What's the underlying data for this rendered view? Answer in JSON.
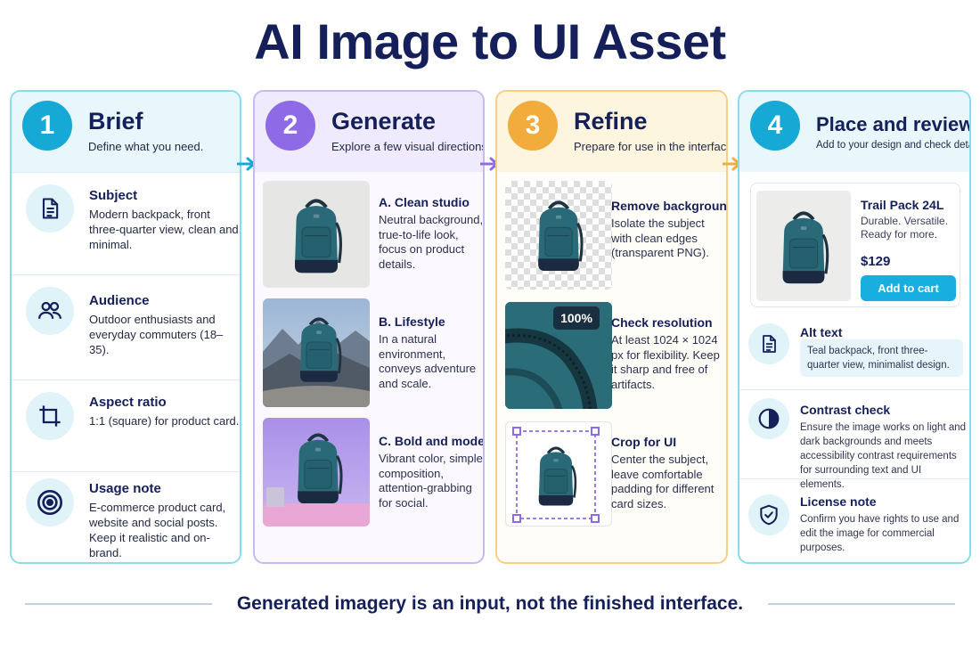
{
  "title": "AI Image to UI Asset",
  "tagline": "Generated imagery is an input, not the finished interface.",
  "colors": {
    "cyan": "#16a9d6",
    "purple": "#8f6ae6",
    "amber": "#f1ac3c",
    "navy": "#15205a",
    "teal_pack": "#2a6a78"
  },
  "steps": [
    {
      "number": "1",
      "title": "Brief",
      "subtitle": "Define what you need.",
      "items": [
        {
          "icon": "document-icon",
          "title": "Subject",
          "body": "Modern backpack, front three-quarter view, clean and minimal."
        },
        {
          "icon": "people-icon",
          "title": "Audience",
          "body": "Outdoor enthusiasts and everyday commuters (18–35)."
        },
        {
          "icon": "crop-icon",
          "title": "Aspect ratio",
          "body": "1:1 (square) for product card."
        },
        {
          "icon": "target-icon",
          "title": "Usage note",
          "body": "E-commerce product card, website and social posts. Keep it realistic and on-brand."
        }
      ]
    },
    {
      "number": "2",
      "title": "Generate",
      "subtitle": "Explore a few visual directions.",
      "items": [
        {
          "title": "A. Clean studio",
          "body": "Neutral background, true-to-life look, focus on product details."
        },
        {
          "title": "B. Lifestyle",
          "body": "In a natural environment, conveys adventure and scale."
        },
        {
          "title": "C. Bold and modern",
          "body": "Vibrant color, simple composition, attention-grabbing for social."
        }
      ]
    },
    {
      "number": "3",
      "title": "Refine",
      "subtitle": "Prepare for use in the interface.",
      "items": [
        {
          "title": "Remove background",
          "body": "Isolate the subject with clean edges (transparent PNG)."
        },
        {
          "title": "Check resolution",
          "body": "At least 1024 × 1024 px for flexibility. Keep it sharp and free of artifacts.",
          "badge": "100%"
        },
        {
          "title": "Crop for UI",
          "body": "Center the subject, leave comfortable padding for different card sizes."
        }
      ]
    },
    {
      "number": "4",
      "title": "Place and review",
      "subtitle": "Add to your design and check details.",
      "card": {
        "name": "Trail Pack 24L",
        "description": "Durable. Versatile. Ready for more.",
        "price": "$129",
        "button": "Add to cart"
      },
      "items": [
        {
          "icon": "document-icon",
          "title": "Alt text",
          "body": "Teal backpack, front three-quarter view, minimalist design."
        },
        {
          "icon": "contrast-icon",
          "title": "Contrast check",
          "body": "Ensure the image works on light and dark backgrounds and meets accessibility contrast requirements for surrounding text and UI elements."
        },
        {
          "icon": "shield-check-icon",
          "title": "License note",
          "body": "Confirm you have rights to use and edit the image for commercial purposes."
        }
      ]
    }
  ]
}
